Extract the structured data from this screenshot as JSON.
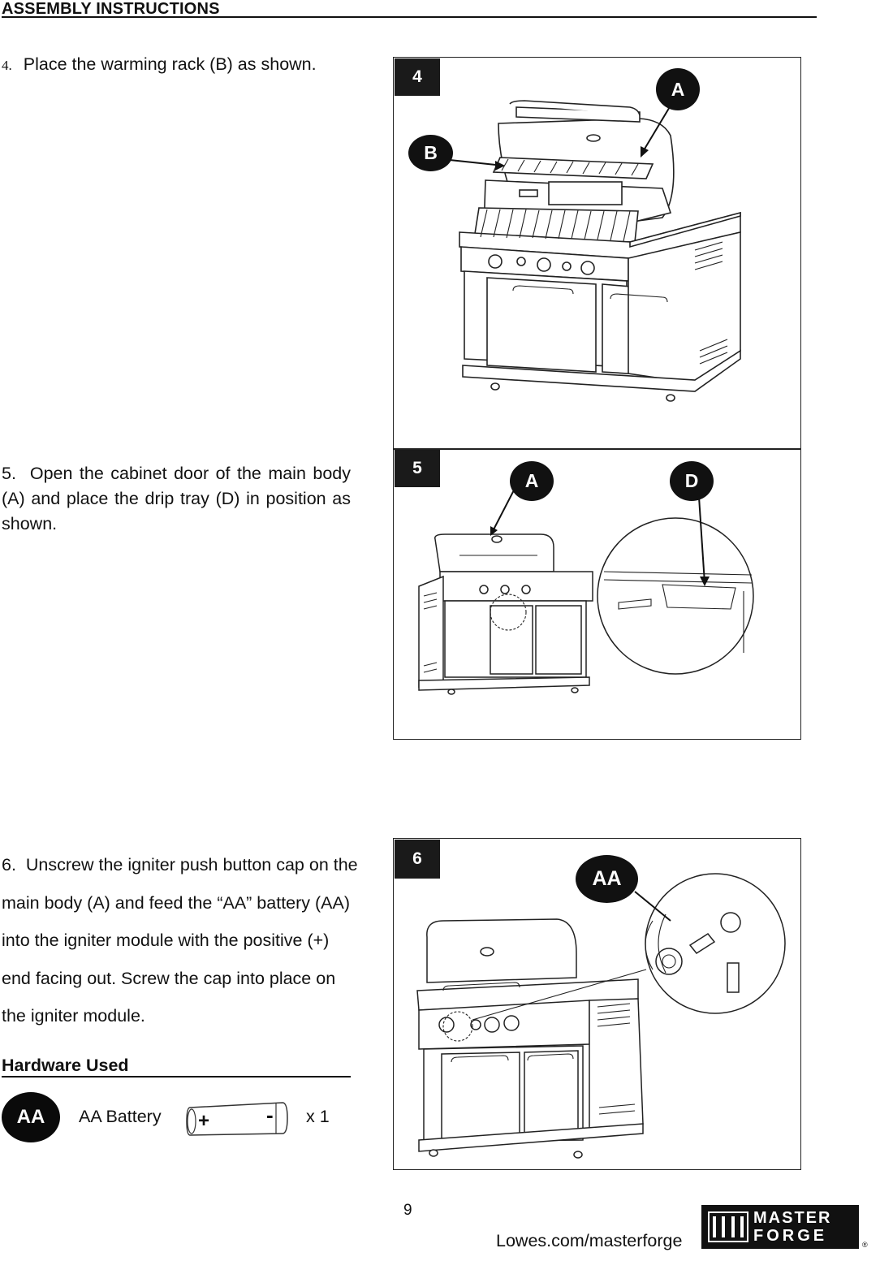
{
  "header": {
    "title": "ASSEMBLY INSTRUCTIONS"
  },
  "steps": [
    {
      "num": "4.",
      "text": "Place the warming rack (B) as shown.",
      "panel": "4",
      "callouts": [
        "A",
        "B"
      ]
    },
    {
      "num": "5.",
      "text": "Open the cabinet door of the main body (A) and place the drip tray (D) in position as shown.",
      "panel": "5",
      "callouts": [
        "A",
        "D"
      ]
    },
    {
      "num": "6.",
      "text": "Unscrew the igniter push button cap on the main body (A) and feed the “AA” battery (AA) into the igniter module with the positive (+) end facing out. Screw the cap into place on the igniter module.",
      "panel": "6",
      "callouts": [
        "AA"
      ]
    }
  ],
  "hardware": {
    "title": "Hardware Used",
    "badge": "AA",
    "label": "AA Battery",
    "qty": "x 1",
    "plus": "+",
    "minus": "-"
  },
  "footer": {
    "page": "9",
    "url": "Lowes.com/masterforge",
    "logo_line1": "MASTER",
    "logo_line2": "FORGE",
    "reg": "®"
  },
  "colors": {
    "ink": "#111111",
    "panel_border": "#222222",
    "badge": "#0a0a0a"
  }
}
